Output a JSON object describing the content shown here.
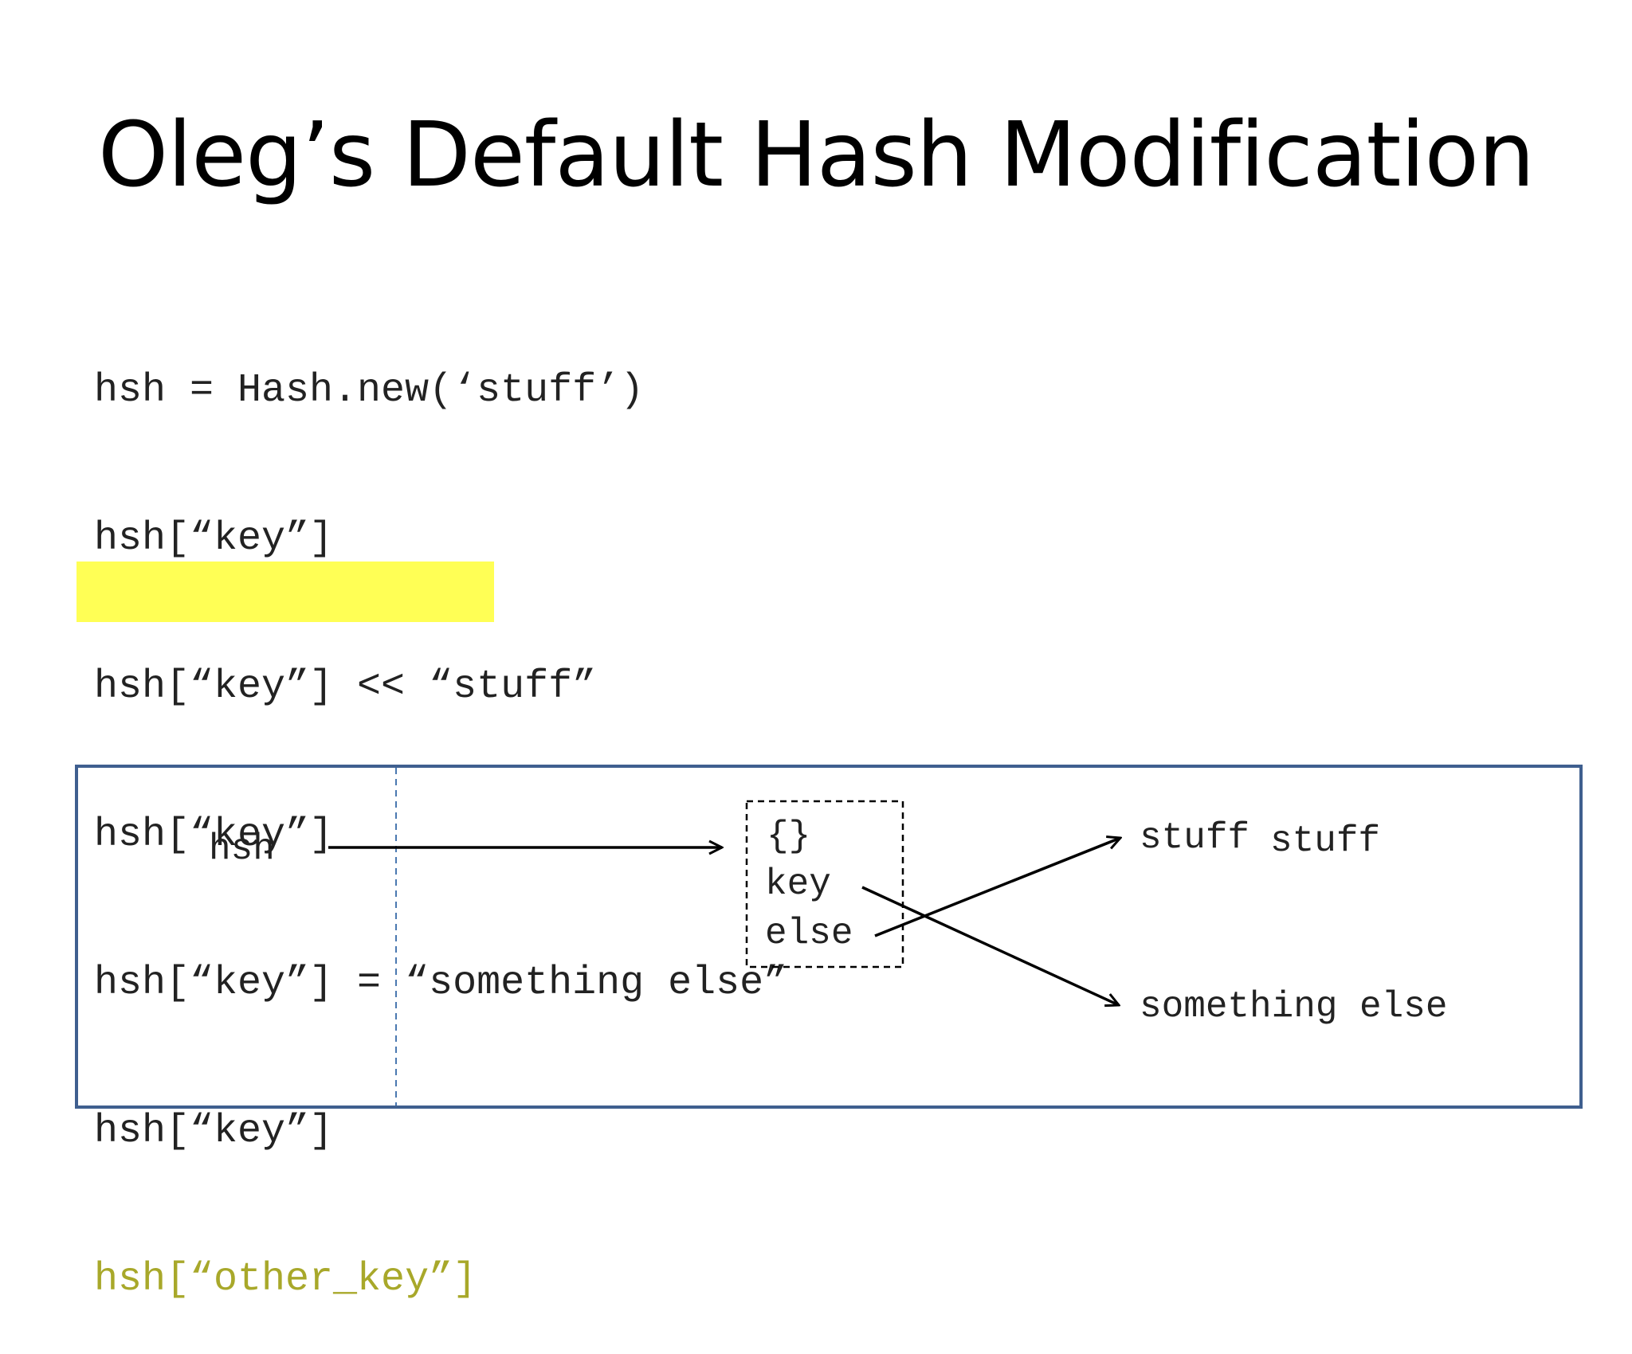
{
  "title": "Oleg’s Default Hash Modification",
  "code": [
    "hsh = Hash.new(‘stuff’)",
    "hsh[“key”]",
    "hsh[“key”] << “stuff”",
    "hsh[“key”]",
    "hsh[“key”] = “something else”",
    "hsh[“key”]",
    "hsh[“other_key”]"
  ],
  "highlighted_line_index": 6,
  "colors": {
    "highlight": "#ffff55",
    "highlighted_text": "#a8a82a",
    "frame_border": "#3f5f8f",
    "divider": "#4a78b0"
  },
  "diagram": {
    "variable_label": "hsh",
    "hash_box": {
      "braces": "{}",
      "key_label": "key",
      "else_label": "else"
    },
    "value_stuff_1": "stuff",
    "value_stuff_2": "stuff",
    "value_something_else": "something else"
  }
}
